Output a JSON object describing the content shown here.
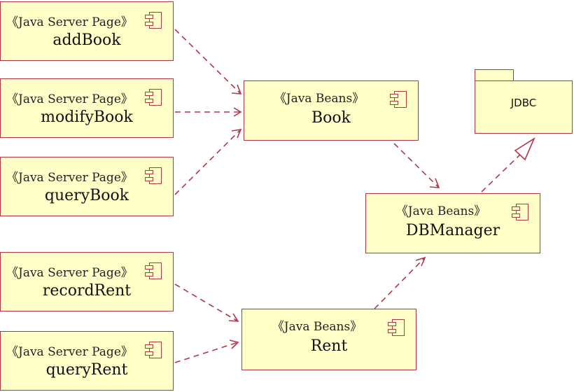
{
  "colors": {
    "fill": "#ffffc8",
    "stroke": "#b0364a",
    "text": "#111111"
  },
  "jsp_components": [
    {
      "stereotype": "《Java Server  Page》",
      "name": "addBook"
    },
    {
      "stereotype": "《Java Server  Page》",
      "name": "modifyBook"
    },
    {
      "stereotype": "《Java Server  Page》",
      "name": "queryBook"
    },
    {
      "stereotype": "《Java Server  Page》",
      "name": "recordRent"
    },
    {
      "stereotype": "《Java Server  Page》",
      "name": "queryRent"
    }
  ],
  "bean_components": {
    "book": {
      "stereotype": "《Java Beans》",
      "name": "Book"
    },
    "rent": {
      "stereotype": "《Java Beans》",
      "name": "Rent"
    },
    "dbmanager": {
      "stereotype": "《Java Beans》",
      "name": "DBManager"
    }
  },
  "package": {
    "name": "JDBC",
    "icon": "folder-package-icon"
  },
  "component_icon": "uml-component-icon",
  "relations": [
    {
      "from": "addBook",
      "to": "Book",
      "kind": "dependency"
    },
    {
      "from": "modifyBook",
      "to": "Book",
      "kind": "dependency"
    },
    {
      "from": "queryBook",
      "to": "Book",
      "kind": "dependency"
    },
    {
      "from": "recordRent",
      "to": "Rent",
      "kind": "dependency"
    },
    {
      "from": "queryRent",
      "to": "Rent",
      "kind": "dependency"
    },
    {
      "from": "Book",
      "to": "DBManager",
      "kind": "dependency"
    },
    {
      "from": "Rent",
      "to": "DBManager",
      "kind": "dependency"
    },
    {
      "from": "DBManager",
      "to": "JDBC",
      "kind": "realization"
    }
  ]
}
